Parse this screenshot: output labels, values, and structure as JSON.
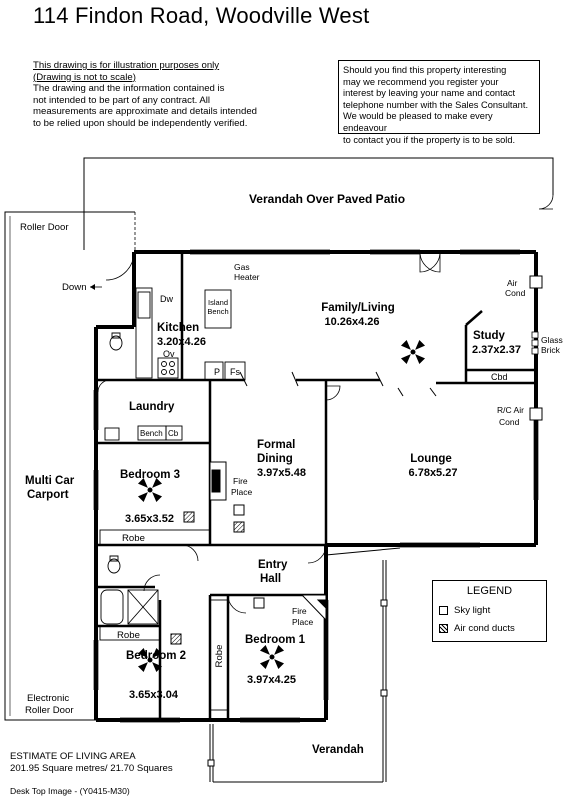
{
  "title": "114 Findon Road, Woodville West",
  "disclaimer": {
    "line1": "This drawing is for illustration purposes only",
    "line2": "(Drawing is not to scale)",
    "line3": "The drawing and the information contained is",
    "line4": "not intended to be part of any contract.  All",
    "line5": "measurements are approximate and details intended",
    "line6": "to be relied upon should be independently verified."
  },
  "notice": {
    "line1": "Should you find this property interesting",
    "line2": "may we recommend you register your",
    "line3": "interest by leaving your name and contact",
    "line4": "telephone number with the Sales Consultant.",
    "line5": "We would be pleased to make every endeavour",
    "line6": "to contact you if the property is to be sold."
  },
  "labels": {
    "verandah_top": "Verandah Over Paved Patio",
    "roller_door": "Roller Door",
    "down": "Down",
    "gas": "Gas",
    "heater": "Heater",
    "dw": "Dw",
    "island": "Island",
    "bench": "Bench",
    "kitchen": "Kitchen",
    "kitchen_size": "3.20x4.26",
    "ov": "Ov",
    "p": "P",
    "fs": "Fs",
    "family": "Family/Living",
    "family_size": "10.26x4.26",
    "air": "Air",
    "cond": "Cond",
    "study": "Study",
    "study_size": "2.37x2.37",
    "glass": "Glass",
    "brick": "Brick",
    "cbd": "Cbd",
    "laundry": "Laundry",
    "bench_small": "Bench",
    "cb": "Cb",
    "rc_air": "R/C Air",
    "rc_cond": "Cond",
    "formal": "Formal",
    "dining": "Dining",
    "dining_size": "3.97x5.48",
    "lounge": "Lounge",
    "lounge_size": "6.78x5.27",
    "multi_car": "Multi Car",
    "carport": "Carport",
    "bedroom3": "Bedroom 3",
    "bedroom3_size": "3.65x3.52",
    "fire": "Fire",
    "place": "Place",
    "robe": "Robe",
    "entry": "Entry",
    "hall": "Hall",
    "bedroom2": "Bedroom 2",
    "bedroom2_size": "3.65x3.04",
    "bedroom1": "Bedroom 1",
    "bedroom1_size": "3.97x4.25",
    "electronic": "Electronic",
    "roller_door2": "Roller Door",
    "verandah_bottom": "Verandah"
  },
  "legend": {
    "title": "LEGEND",
    "skylight": "Sky light",
    "aircon": "Air cond ducts"
  },
  "estimate": {
    "line1": "ESTIMATE OF LIVING AREA",
    "line2": "201.95 Square metres/  21.70 Squares"
  },
  "desk_top": "Desk Top Image - (Y0415-M30)"
}
